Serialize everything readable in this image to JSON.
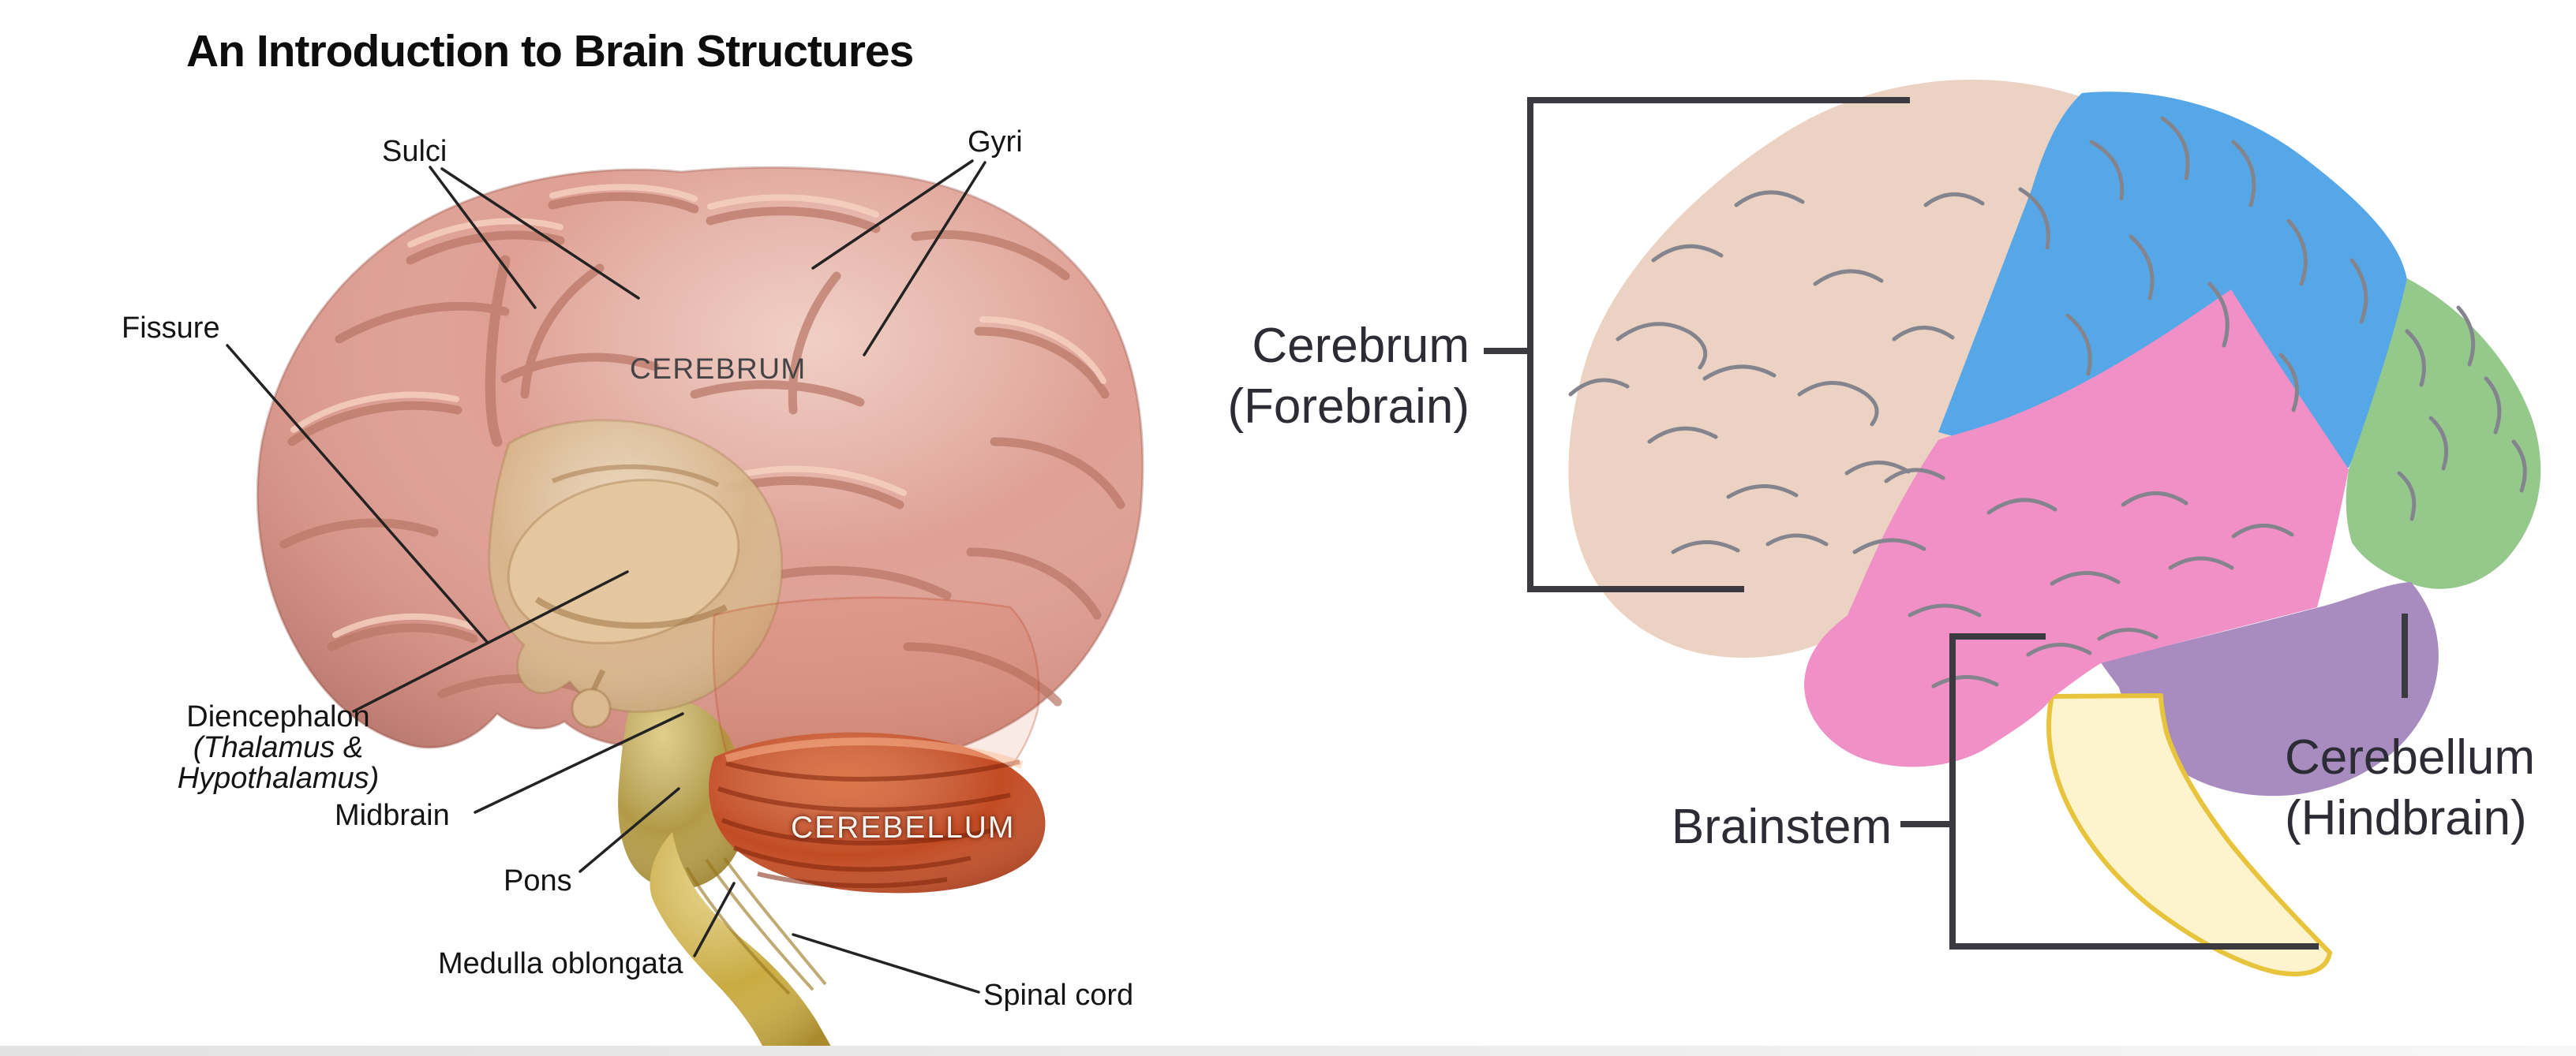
{
  "title": "An Introduction to Brain Structures",
  "left_diagram": {
    "description": "3D rendered lateral view of human brain with labeled structures",
    "labels": {
      "sulci": "Sulci",
      "gyri": "Gyri",
      "fissure": "Fissure",
      "diencephalon": "Diencephalon",
      "diencephalon_sub": "(Thalamus & Hypothalamus)",
      "midbrain": "Midbrain",
      "pons": "Pons",
      "medulla": "Medulla oblongata",
      "spinal_cord": "Spinal cord"
    },
    "overlay_labels": {
      "cerebrum": "CEREBRUM",
      "cerebellum": "CEREBELLUM"
    },
    "colors": {
      "cerebrum": "#dfa094",
      "cortex_fold": "#b97767",
      "cortex_highlight": "#f6d2c2",
      "inner_tan": "#d8b68b",
      "thalamus": "#e5c9a0",
      "pituitary": "#dcbd92",
      "olive_midbrain": "#b29a45",
      "brainstem_gold": "#c9ab41",
      "cerebellum": "#c24b23"
    }
  },
  "right_diagram": {
    "description": "Flat color-coded diagram of brain divisions",
    "labels": {
      "cerebrum_line1": "Cerebrum",
      "cerebrum_line2": "(Forebrain)",
      "brainstem": "Brainstem",
      "cerebellum_line1": "Cerebellum",
      "cerebellum_line2": "(Hindbrain)"
    },
    "region_colors": {
      "frontal": "#ecd2c3",
      "parietal": "#56a7e7",
      "temporal": "#f190c6",
      "occipital": "#95c98c",
      "cerebellum": "#a88cc0",
      "brainstem_fill": "#fdf4ce",
      "brainstem_stroke": "#e8c33c",
      "gyri_line": "#84848e",
      "bracket": "#3a3a40"
    }
  }
}
